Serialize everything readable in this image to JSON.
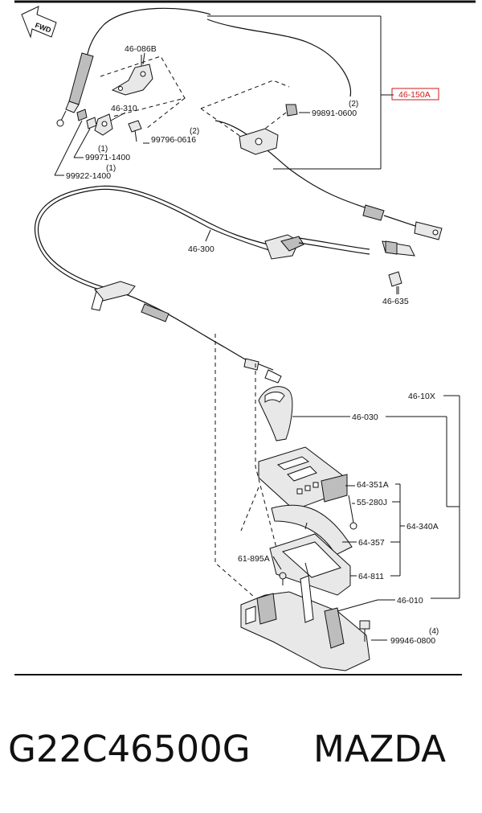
{
  "direction_label": "FWD",
  "labels": {
    "l_46_086B": "46-086B",
    "l_46_310": "46-310",
    "l_99971": "99971-1400",
    "l_99971_qty": "(1)",
    "l_99922": "99922-1400",
    "l_99922_qty": "(1)",
    "l_99796": "99796-0616",
    "l_99796_qty": "(2)",
    "l_99891": "99891-0600",
    "l_99891_qty": "(2)",
    "l_46_150A": "46-150A",
    "l_46_300": "46-300",
    "l_46_635": "46-635",
    "l_46_10X": "46-10X",
    "l_46_030": "46-030",
    "l_64_351A": "64-351A",
    "l_55_280J": "55-280J",
    "l_64_340A": "64-340A",
    "l_64_357": "64-357",
    "l_64_811": "64-811",
    "l_61_895A": "61-895A",
    "l_46_010": "46-010",
    "l_99946": "99946-0800",
    "l_99946_qty": "(4)"
  },
  "highlight": {
    "part": "46-150A",
    "color": "#d01818"
  },
  "caption": {
    "part_number": "G22C46500G",
    "brand": "MAZDA"
  }
}
